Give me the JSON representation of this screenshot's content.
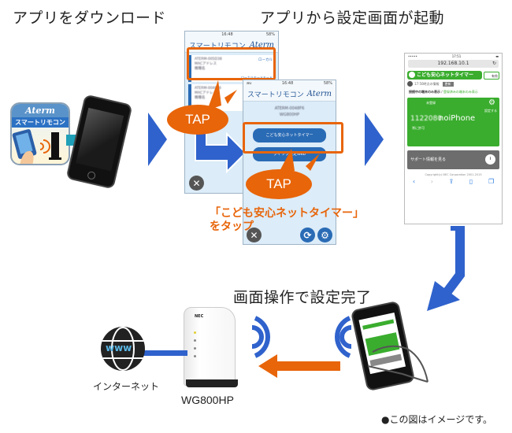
{
  "headings": {
    "download": "アプリをダウンロード",
    "launch": "アプリから設定画面が起動",
    "complete": "画面操作で設定完了"
  },
  "app_icon": {
    "brand": "Aterm",
    "name": "スマートリモコン"
  },
  "screen1": {
    "status_time": "16:48",
    "status_battery": "58%",
    "title": "スマートリモコン",
    "logo": "Aterm",
    "card1_badge": "ローカル",
    "card1_lines": [
      "ATERM-005D38",
      "MACアドレス",
      "機種名"
    ],
    "card1_mode": "ローカルモードモード",
    "card2_lines": [
      "ATERM-0048F6",
      "MACアドレス",
      "機種名"
    ]
  },
  "screen2": {
    "status_carrier": "au",
    "status_time": "16:48",
    "status_battery": "58%",
    "title": "スマートリモコン",
    "logo": "Aterm",
    "device_id": "ATERM-0048F6",
    "device_model": "WG800HP",
    "button_timer": "こども安心ネットタイマー",
    "button_quick": "クイック設定Web"
  },
  "tap_label": "TAP",
  "instruction": {
    "line1": "「こども安心ネットタイマー」",
    "line2": "をタップ"
  },
  "browser": {
    "status_time": "17:51",
    "url": "192.168.10.1",
    "banner": "こども安心ネットタイマー",
    "toggle_label": "有効",
    "info_time": "17:50時点の情報",
    "refresh": "更新",
    "filter_active": "接続中の端末のみ表示",
    "filter_separator": "/",
    "filter_registered": "登録済みの端末のみ表示",
    "unregistered": "未登録",
    "settings": "設定する",
    "device_name": "noiPhone",
    "device_prefix": "1122080",
    "permission": "常に許可",
    "support": "サポート情報を見る",
    "copyright": "Copyright(c) NEC Corporation 2001-2015"
  },
  "router": {
    "brand": "NEC",
    "model": "WG800HP"
  },
  "internet": {
    "globe_text": "www",
    "label": "インターネット"
  },
  "footnote": "●この図はイメージです。",
  "colors": {
    "blue": "#2f62cc",
    "orange": "#e8650a",
    "green": "#3aad2e",
    "teal": "#1fa0b8"
  }
}
